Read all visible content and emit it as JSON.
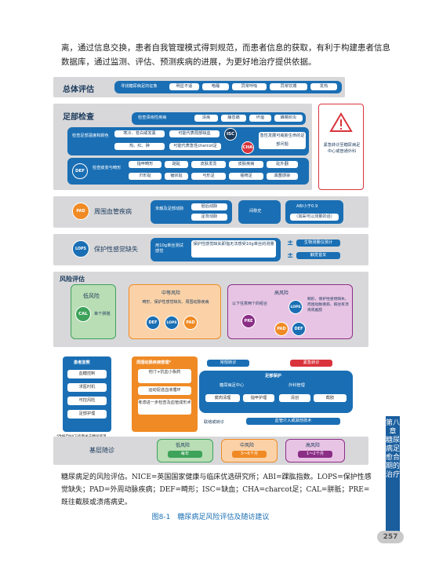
{
  "intro_text": "离，通过信息交换，患者自我管理模式得到规范，而患者信息的获取，有利于构建患者信息数据库，通过监测、评估、预测疾病的进展，为更好地治疗提供依据。",
  "sections": {
    "overall": {
      "title": "总体评估",
      "label": "寻找糖尿病足的征象",
      "items": [
        "明显不适",
        "咯睡",
        "异常呼吸",
        "异常饮搏",
        "发热"
      ]
    },
    "foot_exam": {
      "title": "足部检查",
      "row1_label": "检查溃疡性疾病",
      "row1_items": [
        "溃疡",
        "静息痛",
        "坏疽",
        "蜂窝织炎"
      ],
      "left_label": "检查足部温度和颜色",
      "mid1": "寒冷、苍白或发黑",
      "mid2": "热、红、肿",
      "result1": "可能代表局部缺血",
      "result2": "可能代表急性charcot足",
      "isc": "ISC",
      "cha": "CHA",
      "urgent_label": "急性发展可威胁生命的足部问题",
      "def_label": "检查痰变与畸形",
      "def_items": [
        "指甲畸形",
        "蹈趾",
        "皮肤发烫",
        "皮肤疾病",
        "趾外翻",
        "爪形趾",
        "锤状趾",
        "弓形足",
        "摇椅足",
        "真菌感染"
      ]
    },
    "pad": {
      "badge": "PAD",
      "title": "周围血管疾病",
      "left_label": "未触及足部动脉",
      "items": [
        "胫后动脉",
        "足背动脉"
      ],
      "history": "间歇史",
      "abi": "ABI小于0.9",
      "abi_note": "（如采可以测量的话）"
    },
    "lops": {
      "badge": "LOPS",
      "title": "保护性感觉缺失",
      "left_label": "用10g单丝测试感觉",
      "desc": "保护性感觉缺失即指无法感受10g单丝的测量",
      "plus1": "生物测量仪测计",
      "plus2": "触觉音叉"
    },
    "risk": {
      "title": "风险评估",
      "low": {
        "title": "低风险",
        "badge": "CAL",
        "text": "单个胼胝"
      },
      "mid": {
        "title": "中等风险",
        "text": "畸形、保护性感觉缺失、周围动脉疾病",
        "badges": [
          "DEF",
          "LOPS",
          "PAD"
        ]
      },
      "high": {
        "title": "高风险",
        "text": "以下任意两个的组合",
        "right_text": "畸形、保护性感觉缺失、周围动脉疾病、既往有溃疡或截肢",
        "badges": [
          "PRE",
          "LOPS",
          "PAD",
          "DEF"
        ]
      }
    },
    "education": {
      "title": "患者宣教",
      "items": [
        "血糖控制",
        "求医时机",
        "可控风险",
        "足部护理"
      ],
      "note": "*改编自NICE指南关于糖尿病足部外周动脉疾病部分"
    },
    "management": {
      "title": "周围动脉疾病管理*",
      "items": [
        "他汀+抗血小板药",
        "运动促进血液循环",
        "考虑进一步检查及血管成形术"
      ]
    },
    "care": {
      "routine": "常规转诊",
      "urgent": "紧急转诊",
      "foot_protection": "足部保护",
      "center": "糖尿病足中心",
      "surgery": "外科管理",
      "items": [
        "腐肉清理",
        "指甲护理",
        "清创",
        "截肢"
      ],
      "contact": "联络或转诊",
      "vascular": "血管介入或其他技术"
    },
    "followup": {
      "title": "基层随诊",
      "levels": [
        {
          "risk": "低风险",
          "period": "每年"
        },
        {
          "risk": "中风险",
          "period": "3～6个月"
        },
        {
          "risk": "高风险",
          "period": "1～2个月"
        }
      ]
    },
    "warning": {
      "text": "紧急转诊至糖尿病足中心或普通外科"
    }
  },
  "caption": "糖尿病足的风险评估。NICE=英国国家健康与临床优选研究所；ABI=踝肱指数。LOPS=保护性感觉缺失；PAD=外周动脉疾病；DEF=畸形；ISC=缺血；CHA=charcot足；CAL=胼胝；PRE=既往截肢或溃疡病史。",
  "figure_title": "图8-1　糖尿病足风险评估及随访建议",
  "side_tab": "第八章　糖尿病足愈合期的治疗",
  "page_number": "257",
  "colors": {
    "blue": "#1a6fb4",
    "dark_blue": "#1a3a5c",
    "red": "#d9343c",
    "orange": "#f08a24",
    "green": "#3da35a",
    "purple": "#8b2e86",
    "gray_band": "#d8d8da"
  }
}
